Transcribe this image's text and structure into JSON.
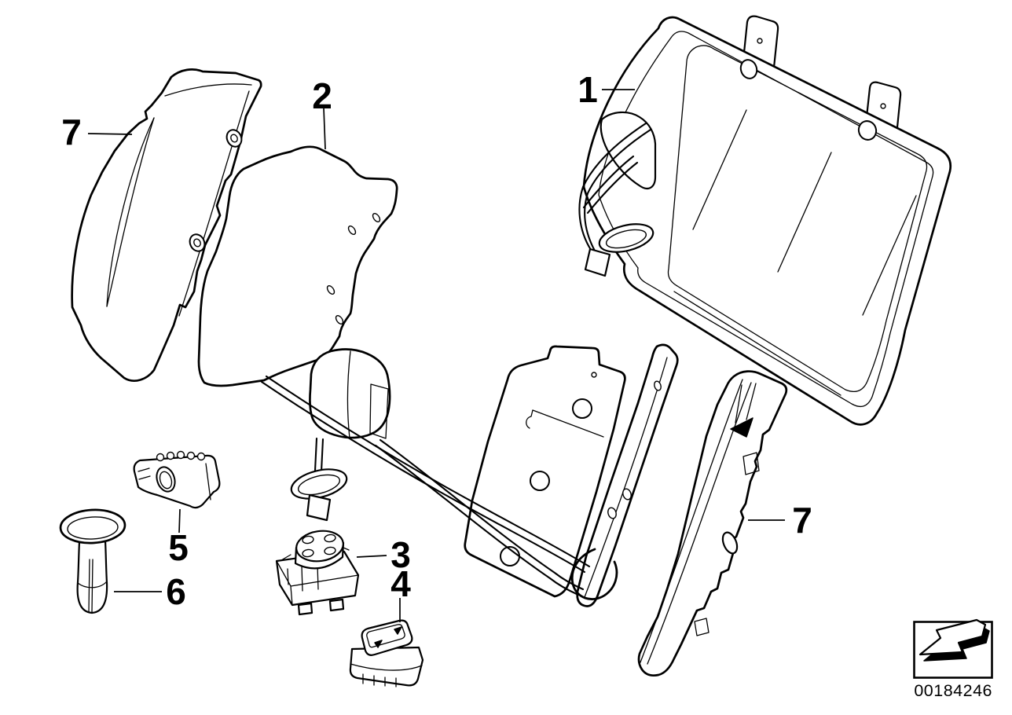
{
  "diagram": {
    "type": "exploded-parts-diagram",
    "background_color": "#ffffff",
    "line_color": "#000000",
    "callouts": [
      {
        "label": "1"
      },
      {
        "label": "2"
      },
      {
        "label": "3"
      },
      {
        "label": "4"
      },
      {
        "label": "5"
      },
      {
        "label": "6"
      },
      {
        "label": "7"
      },
      {
        "label": "7"
      }
    ],
    "footer": {
      "image_id": "00184246",
      "arrow_icon": "direction-arrow"
    }
  }
}
